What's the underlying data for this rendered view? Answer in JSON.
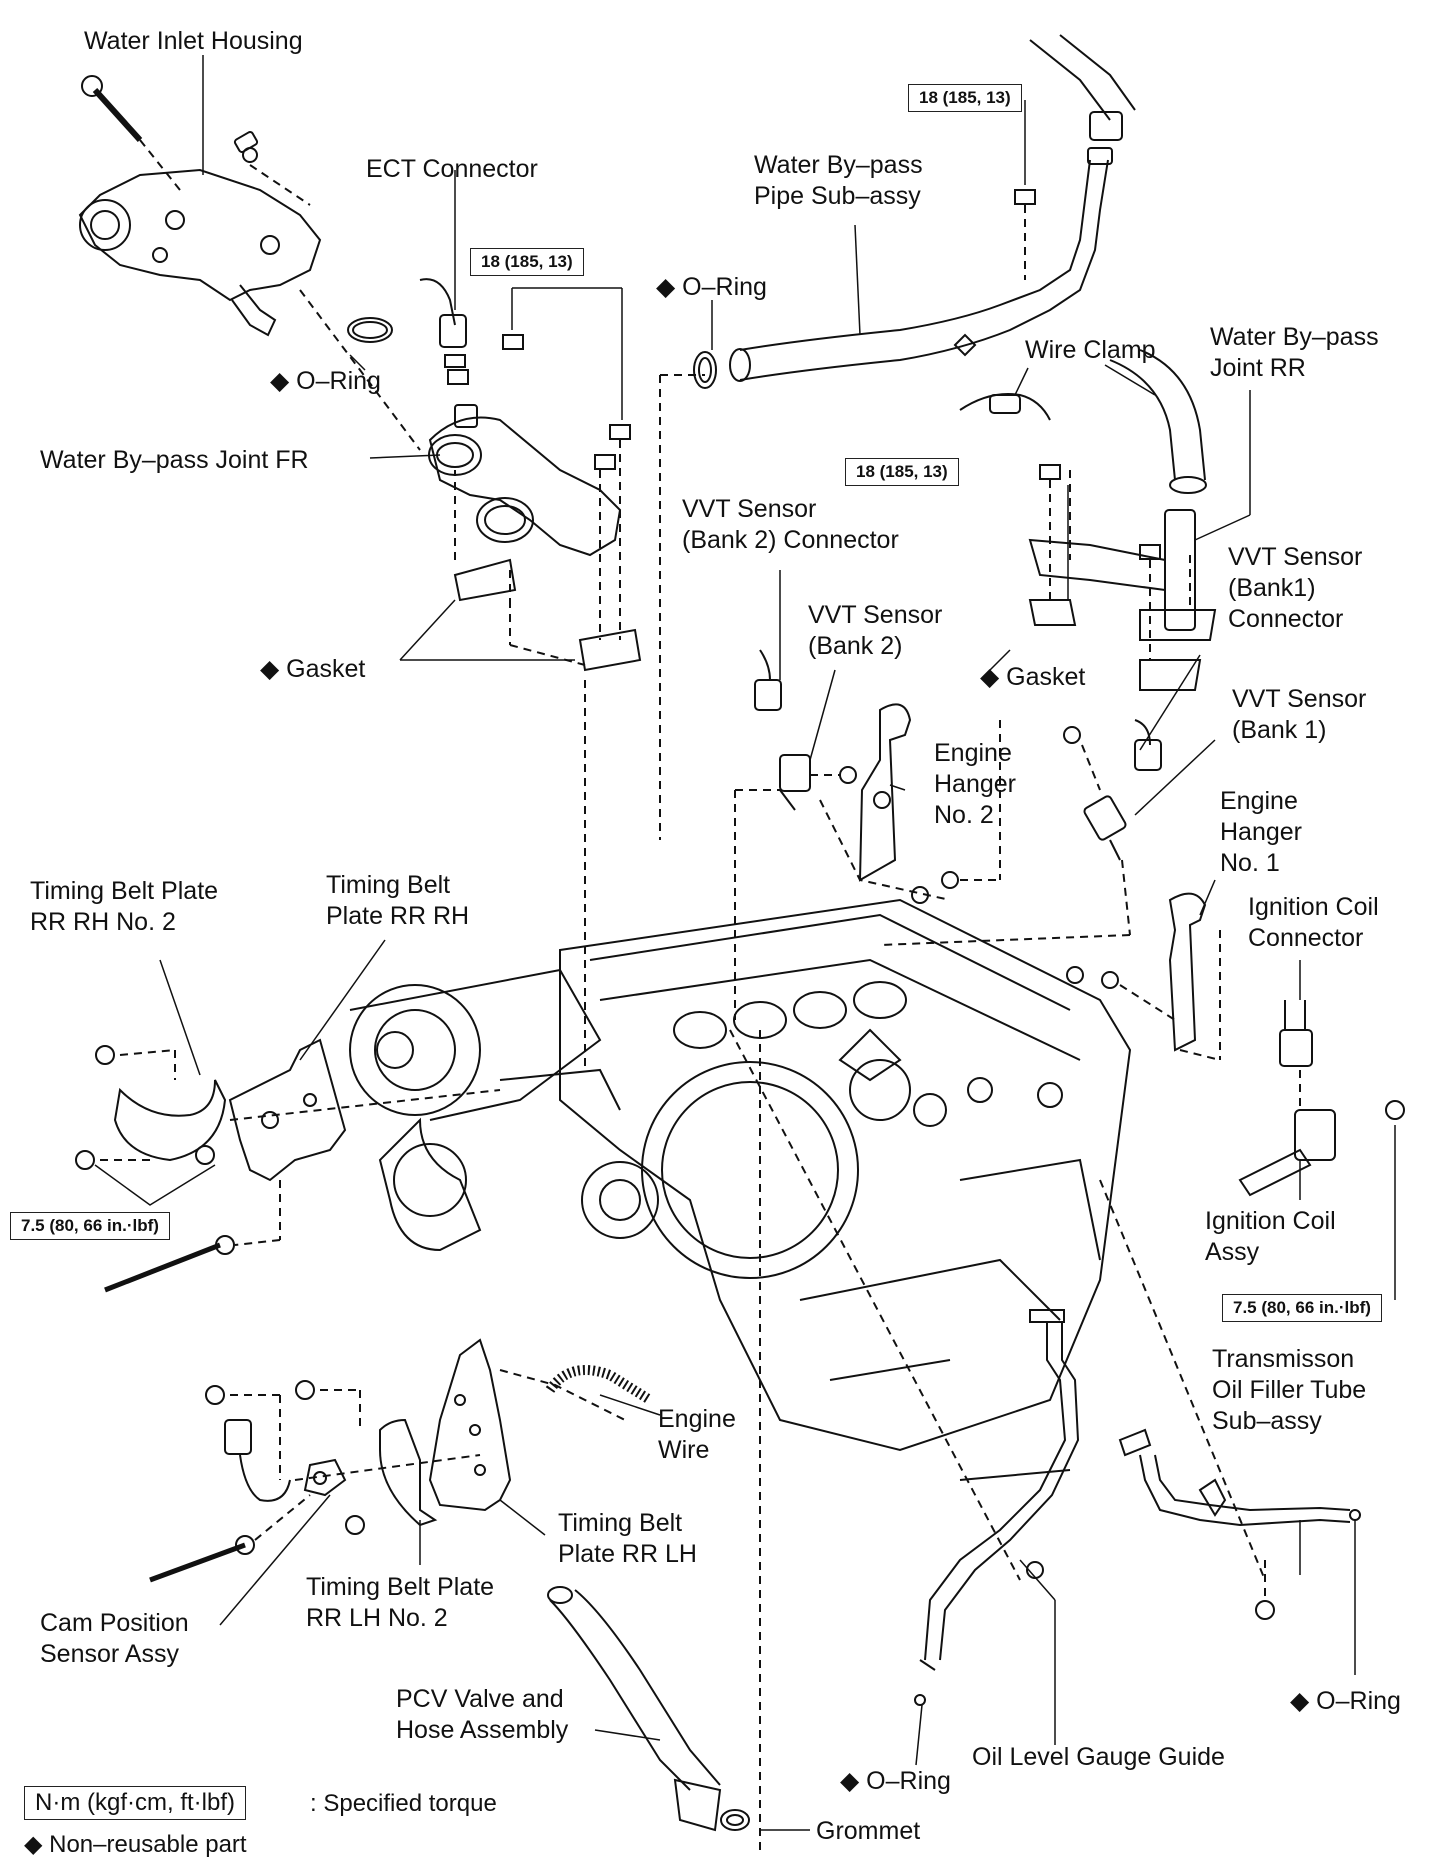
{
  "labels": {
    "water_inlet_housing": "Water Inlet Housing",
    "ect_connector": "ECT Connector",
    "o_ring_1": "◆ O–Ring",
    "o_ring_2": "◆ O–Ring",
    "water_bypass_pipe": "Water By–pass\nPipe Sub–assy",
    "wire_clamp": "Wire Clamp",
    "water_bypass_joint_rr": "Water By–pass\nJoint RR",
    "water_bypass_joint_fr": "Water By–pass Joint FR",
    "vvt_sensor_bank2_connector": "VVT Sensor\n(Bank 2) Connector",
    "vvt_sensor_bank1_connector": "VVT Sensor\n(Bank1)\nConnector",
    "vvt_sensor_bank2": "VVT Sensor\n(Bank 2)",
    "gasket_1": "◆ Gasket",
    "gasket_2": "◆ Gasket",
    "vvt_sensor_bank1": "VVT Sensor\n(Bank 1)",
    "engine_hanger_2": "Engine\nHanger\nNo. 2",
    "engine_hanger_1": "Engine\nHanger\nNo. 1",
    "ignition_coil_connector": "Ignition Coil\nConnector",
    "timing_belt_plate_rr_rh_2": "Timing Belt Plate\nRR RH No. 2",
    "timing_belt_plate_rr_rh": "Timing Belt\nPlate RR RH",
    "ignition_coil_assy": "Ignition Coil\nAssy",
    "transmission_oil_filler": "Transmisson\nOil Filler Tube\nSub–assy",
    "engine_wire": "Engine\nWire",
    "timing_belt_plate_rr_lh": "Timing Belt\nPlate RR LH",
    "timing_belt_plate_rr_lh_2": "Timing Belt Plate\nRR LH No. 2",
    "cam_position_sensor": "Cam Position\nSensor Assy",
    "pcv_valve": "PCV Valve and\nHose Assembly",
    "oil_level_gauge_guide": "Oil Level Gauge Guide",
    "o_ring_3": "◆ O–Ring",
    "o_ring_4": "◆ O–Ring",
    "grommet": "Grommet"
  },
  "torque": {
    "t_top": "18 (185, 13)",
    "t_ect": "18 (185, 13)",
    "t_rr": "18 (185, 13)",
    "t_left": "7.5 (80, 66 in.·lbf)",
    "t_right": "7.5 (80, 66 in.·lbf)"
  },
  "legend": {
    "torque_units": "N·m (kgf·cm, ft·lbf)",
    "torque_desc": ": Specified torque",
    "nonreusable": "◆ Non–reusable part"
  }
}
